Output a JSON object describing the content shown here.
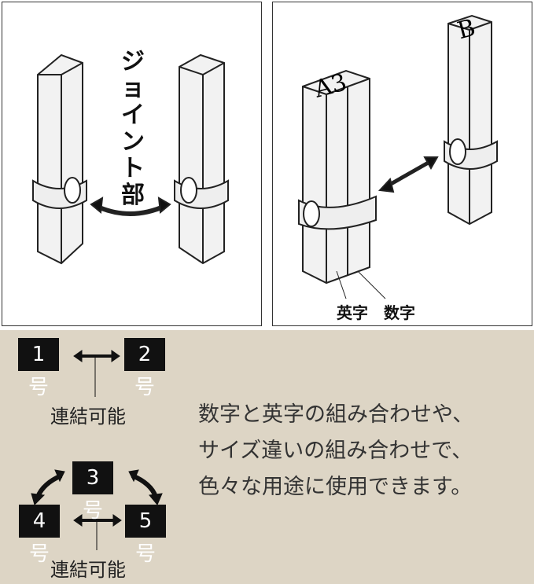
{
  "left_panel": {
    "joint_label": [
      "ジ",
      "ョ",
      "イ",
      "ン",
      "ト",
      "部"
    ]
  },
  "right_panel": {
    "stamp_a_letters": "A3",
    "stamp_b_letter": "B",
    "caption_alpha": "英字",
    "caption_number": "数字"
  },
  "bottom": {
    "badges": [
      "1号",
      "2号",
      "3号",
      "4号",
      "5号"
    ],
    "connect_label_1": "連結可能",
    "connect_label_2": "連結可能",
    "description": [
      "数字と英字の組み合わせや、",
      "サイズ違いの組み合わせで、",
      "色々な用途に使用できます。"
    ]
  },
  "colors": {
    "beige": "#ddd5c5",
    "badge": "#111111"
  }
}
